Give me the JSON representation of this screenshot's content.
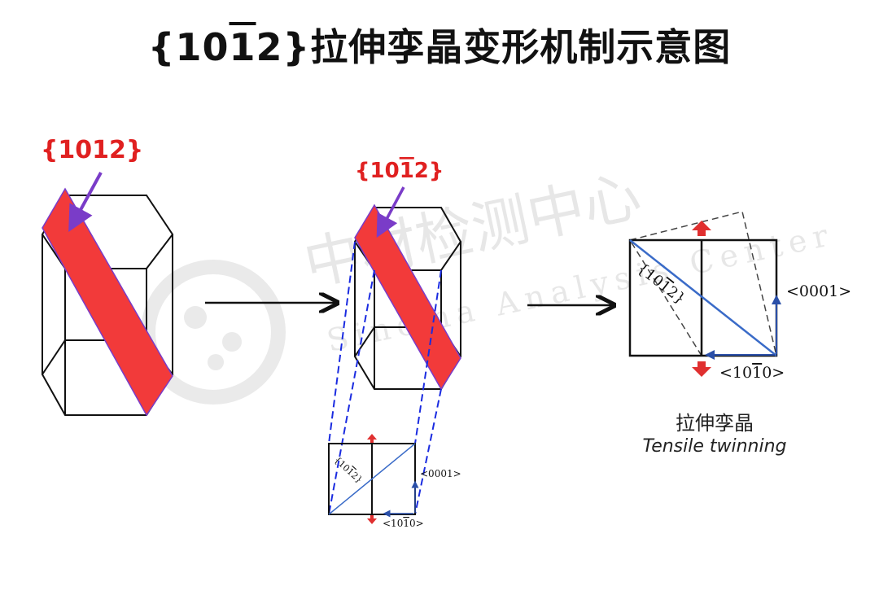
{
  "title": {
    "prefix": "{10",
    "overbar": "1",
    "suffix": "2}拉伸孪晶变形机制示意图"
  },
  "plane_label": {
    "prefix": "{10",
    "overbar": "1",
    "suffix": "2}"
  },
  "axes": {
    "c_axis": {
      "prefix": "<0001>"
    },
    "a_axis": {
      "prefix": "<10",
      "overbar": "1",
      "suffix": "0>"
    }
  },
  "caption": {
    "chinese": "拉伸孪晶",
    "english": "Tensile twinning"
  },
  "watermark": {
    "chinese": "中材检测中心",
    "english": "Sinoma Analysis Center"
  },
  "colors": {
    "plane_fill": "#f23a3a",
    "label_red": "#e02020",
    "pointer_arrow": "#7a3cc8",
    "dashed_projection": "#1a2be0",
    "diagonal": "#3a6bc8",
    "stress_arrow": "#e03030"
  }
}
